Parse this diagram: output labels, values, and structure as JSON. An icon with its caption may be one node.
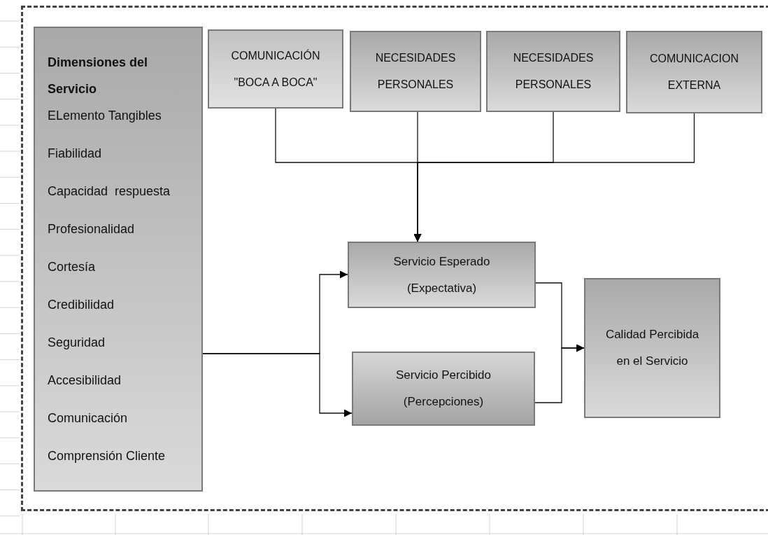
{
  "diagram": {
    "nodes": [
      {
        "text": [
          "Dimensiones del Servicio",
          "ELemento Tangibles",
          "Fiabilidad",
          "Capacidad  respuesta",
          "Profesionalidad",
          "Cortesía",
          "Credibilidad",
          "Seguridad",
          "Accesibilidad",
          "Comunicación",
          "Comprensión Cliente"
        ]
      },
      {
        "text": [
          "COMUNICACIÓN \"BOCA A BOCA\""
        ]
      },
      {
        "text": [
          "NECESIDADES PERSONALES"
        ]
      },
      {
        "text": [
          "NECESIDADES PERSONALES"
        ]
      },
      {
        "text": [
          "COMUNICACION EXTERNA"
        ]
      },
      {
        "text": [
          "Servicio Esperado (Expectativa)"
        ]
      },
      {
        "text": [
          "Servicio Percibido (Percepciones)"
        ]
      },
      {
        "text": [
          "Calidad Percibida en el Servicio"
        ]
      }
    ],
    "edges": [
      {
        "from": 1,
        "to": 5,
        "arrow": "to"
      },
      {
        "from": 2,
        "to": 5,
        "arrow": "to"
      },
      {
        "from": 3,
        "to": 5,
        "arrow": "to"
      },
      {
        "from": 4,
        "to": 5,
        "arrow": "to"
      },
      {
        "from": 0,
        "to": 5,
        "arrow": "to"
      },
      {
        "from": 0,
        "to": 6,
        "arrow": "to"
      },
      {
        "from": 5,
        "to": 7,
        "arrow": "to"
      },
      {
        "from": 6,
        "to": 7,
        "arrow": "to"
      }
    ]
  }
}
